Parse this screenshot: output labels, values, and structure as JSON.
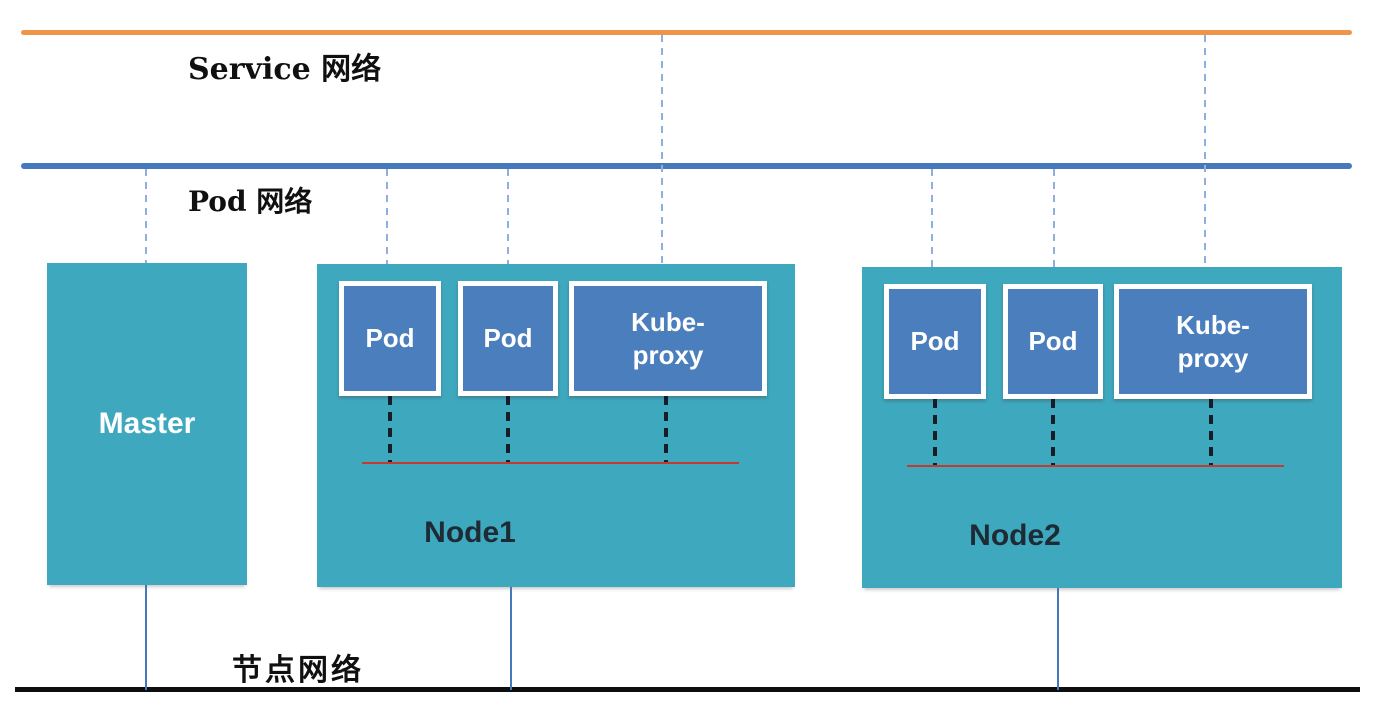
{
  "colors": {
    "teal": "#3EA8BE",
    "podBlue": "#4A7EBC",
    "orange": "#F0944A",
    "netBlue": "#4678BC",
    "dashBlue": "#8FB0DC",
    "red": "#C23B2E",
    "black": "#0E0E0E",
    "nodeText": "#1E2A34"
  },
  "networks": {
    "service": {
      "label": "Service 网络"
    },
    "pod": {
      "label": "Pod 网络"
    },
    "node": {
      "label": "节点网络"
    }
  },
  "master": {
    "label": "Master"
  },
  "nodes": [
    {
      "label": "Node1",
      "pods": [
        {
          "label": "Pod"
        },
        {
          "label": "Pod"
        }
      ],
      "proxy": {
        "label": "Kube-proxy"
      }
    },
    {
      "label": "Node2",
      "pods": [
        {
          "label": "Pod"
        },
        {
          "label": "Pod"
        }
      ],
      "proxy": {
        "label": "Kube-proxy"
      }
    }
  ]
}
